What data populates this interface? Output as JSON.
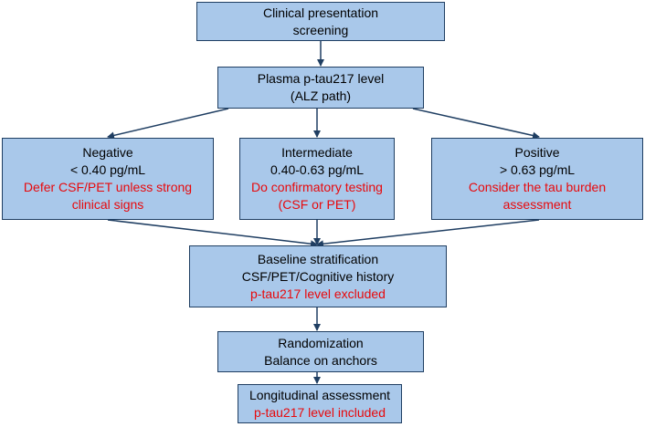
{
  "colors": {
    "box_fill": "#a9c8ea",
    "box_border": "#1f3e62",
    "arrow": "#1f3e62",
    "highlight_text": "#e8090c"
  },
  "nodes": {
    "screening": {
      "line1": "Clinical presentation",
      "line2": "screening"
    },
    "plasma": {
      "line1": "Plasma p-tau217 level",
      "line2": "(ALZ path)"
    },
    "negative": {
      "line1": "Negative",
      "line2": "< 0.40 pg/mL",
      "note1": "Defer CSF/PET unless strong",
      "note2": "clinical signs"
    },
    "intermediate": {
      "line1": "Intermediate",
      "line2": "0.40-0.63 pg/mL",
      "note1": "Do confirmatory testing",
      "note2": "(CSF or PET)"
    },
    "positive": {
      "line1": "Positive",
      "line2": "> 0.63 pg/mL",
      "note1": "Consider the tau burden",
      "note2": "assessment"
    },
    "baseline": {
      "line1": "Baseline stratification",
      "line2": "CSF/PET/Cognitive history",
      "note1": "p-tau217 level excluded"
    },
    "randomization": {
      "line1": "Randomization",
      "line2": "Balance on anchors"
    },
    "longitudinal": {
      "line1": "Longitudinal assessment",
      "note1": "p-tau217 level included"
    }
  }
}
